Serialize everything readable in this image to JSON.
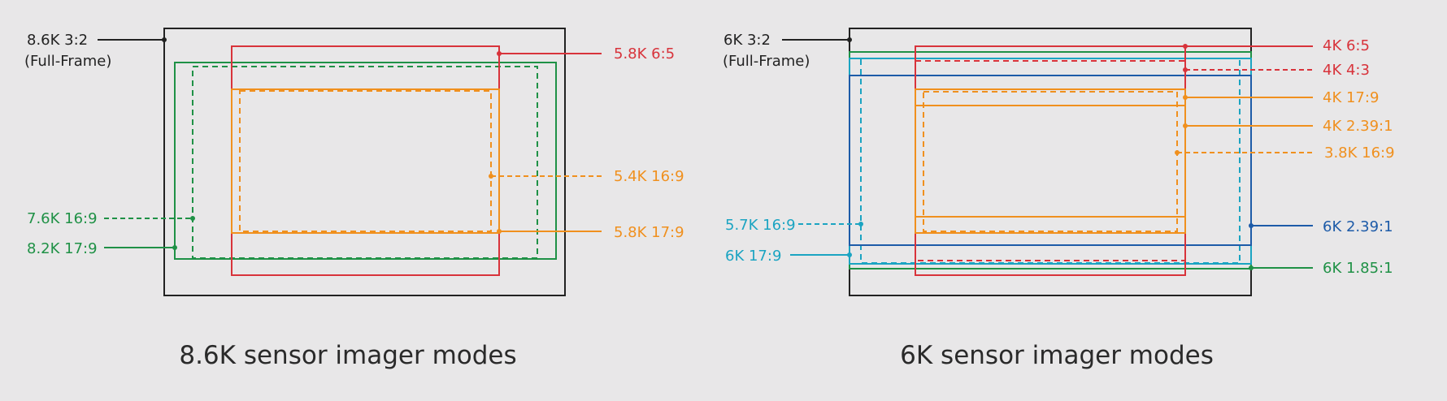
{
  "colors": {
    "black": "#222222",
    "red": "#d8333b",
    "orange": "#f0901e",
    "green": "#1f9146",
    "teal": "#1ba4c2",
    "blue": "#1d5ba8",
    "caption": "#2a2a2a",
    "background": "#e8e7e8"
  },
  "diagram_86k": {
    "caption": "8.6K sensor imager modes",
    "modes": {
      "ff": {
        "label_line1": "8.6K 3:2",
        "label_line2": "(Full-Frame)"
      },
      "r65": {
        "label": "5.8K 6:5"
      },
      "o169": {
        "label": "5.4K 16:9"
      },
      "o179": {
        "label": "5.8K 17:9"
      },
      "g169": {
        "label": "7.6K 16:9"
      },
      "g179": {
        "label": "8.2K 17:9"
      }
    }
  },
  "diagram_6k": {
    "caption": "6K sensor imager modes",
    "modes": {
      "ff": {
        "label_line1": "6K 3:2",
        "label_line2": "(Full-Frame)"
      },
      "r65": {
        "label": "4K 6:5"
      },
      "r43": {
        "label": "4K 4:3"
      },
      "o179": {
        "label": "4K 17:9"
      },
      "o239": {
        "label": "4K 2.39:1"
      },
      "o169": {
        "label": "3.8K 16:9"
      },
      "b239": {
        "label": "6K 2.39:1"
      },
      "g185": {
        "label": "6K 1.85:1"
      },
      "t169": {
        "label": "5.7K 16:9"
      },
      "t179": {
        "label": "6K 17:9"
      }
    }
  }
}
